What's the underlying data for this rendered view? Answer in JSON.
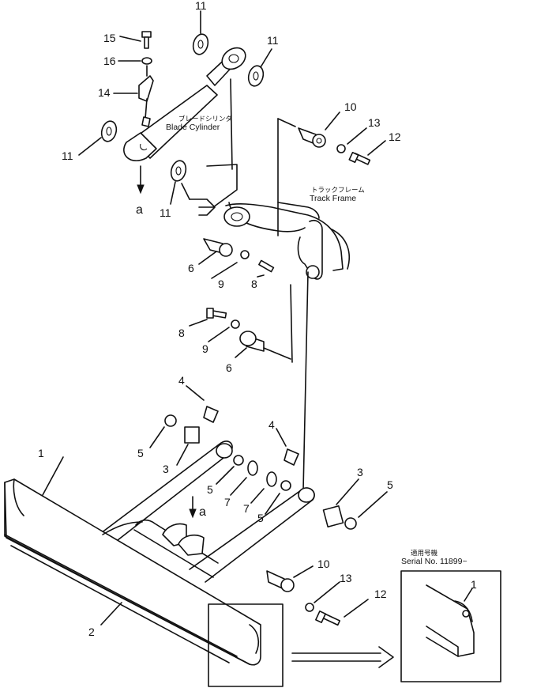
{
  "labels": {
    "blade_cylinder_jp": "ブレードシリンダ",
    "blade_cylinder_en": "Blade Cylinder",
    "track_frame_jp": "トラックフレーム",
    "track_frame_en": "Track Frame",
    "serial_jp": "適用号機",
    "serial_en": "Serial No. 11899~",
    "ref_a": "a"
  },
  "callouts": [
    "11",
    "15",
    "16",
    "14",
    "11",
    "11",
    "10",
    "13",
    "12",
    "11",
    "6",
    "9",
    "8",
    "8",
    "9",
    "6",
    "4",
    "5",
    "3",
    "1",
    "5",
    "7",
    "7",
    "5",
    "4",
    "3",
    "5",
    "10",
    "13",
    "12",
    "2",
    "1"
  ]
}
